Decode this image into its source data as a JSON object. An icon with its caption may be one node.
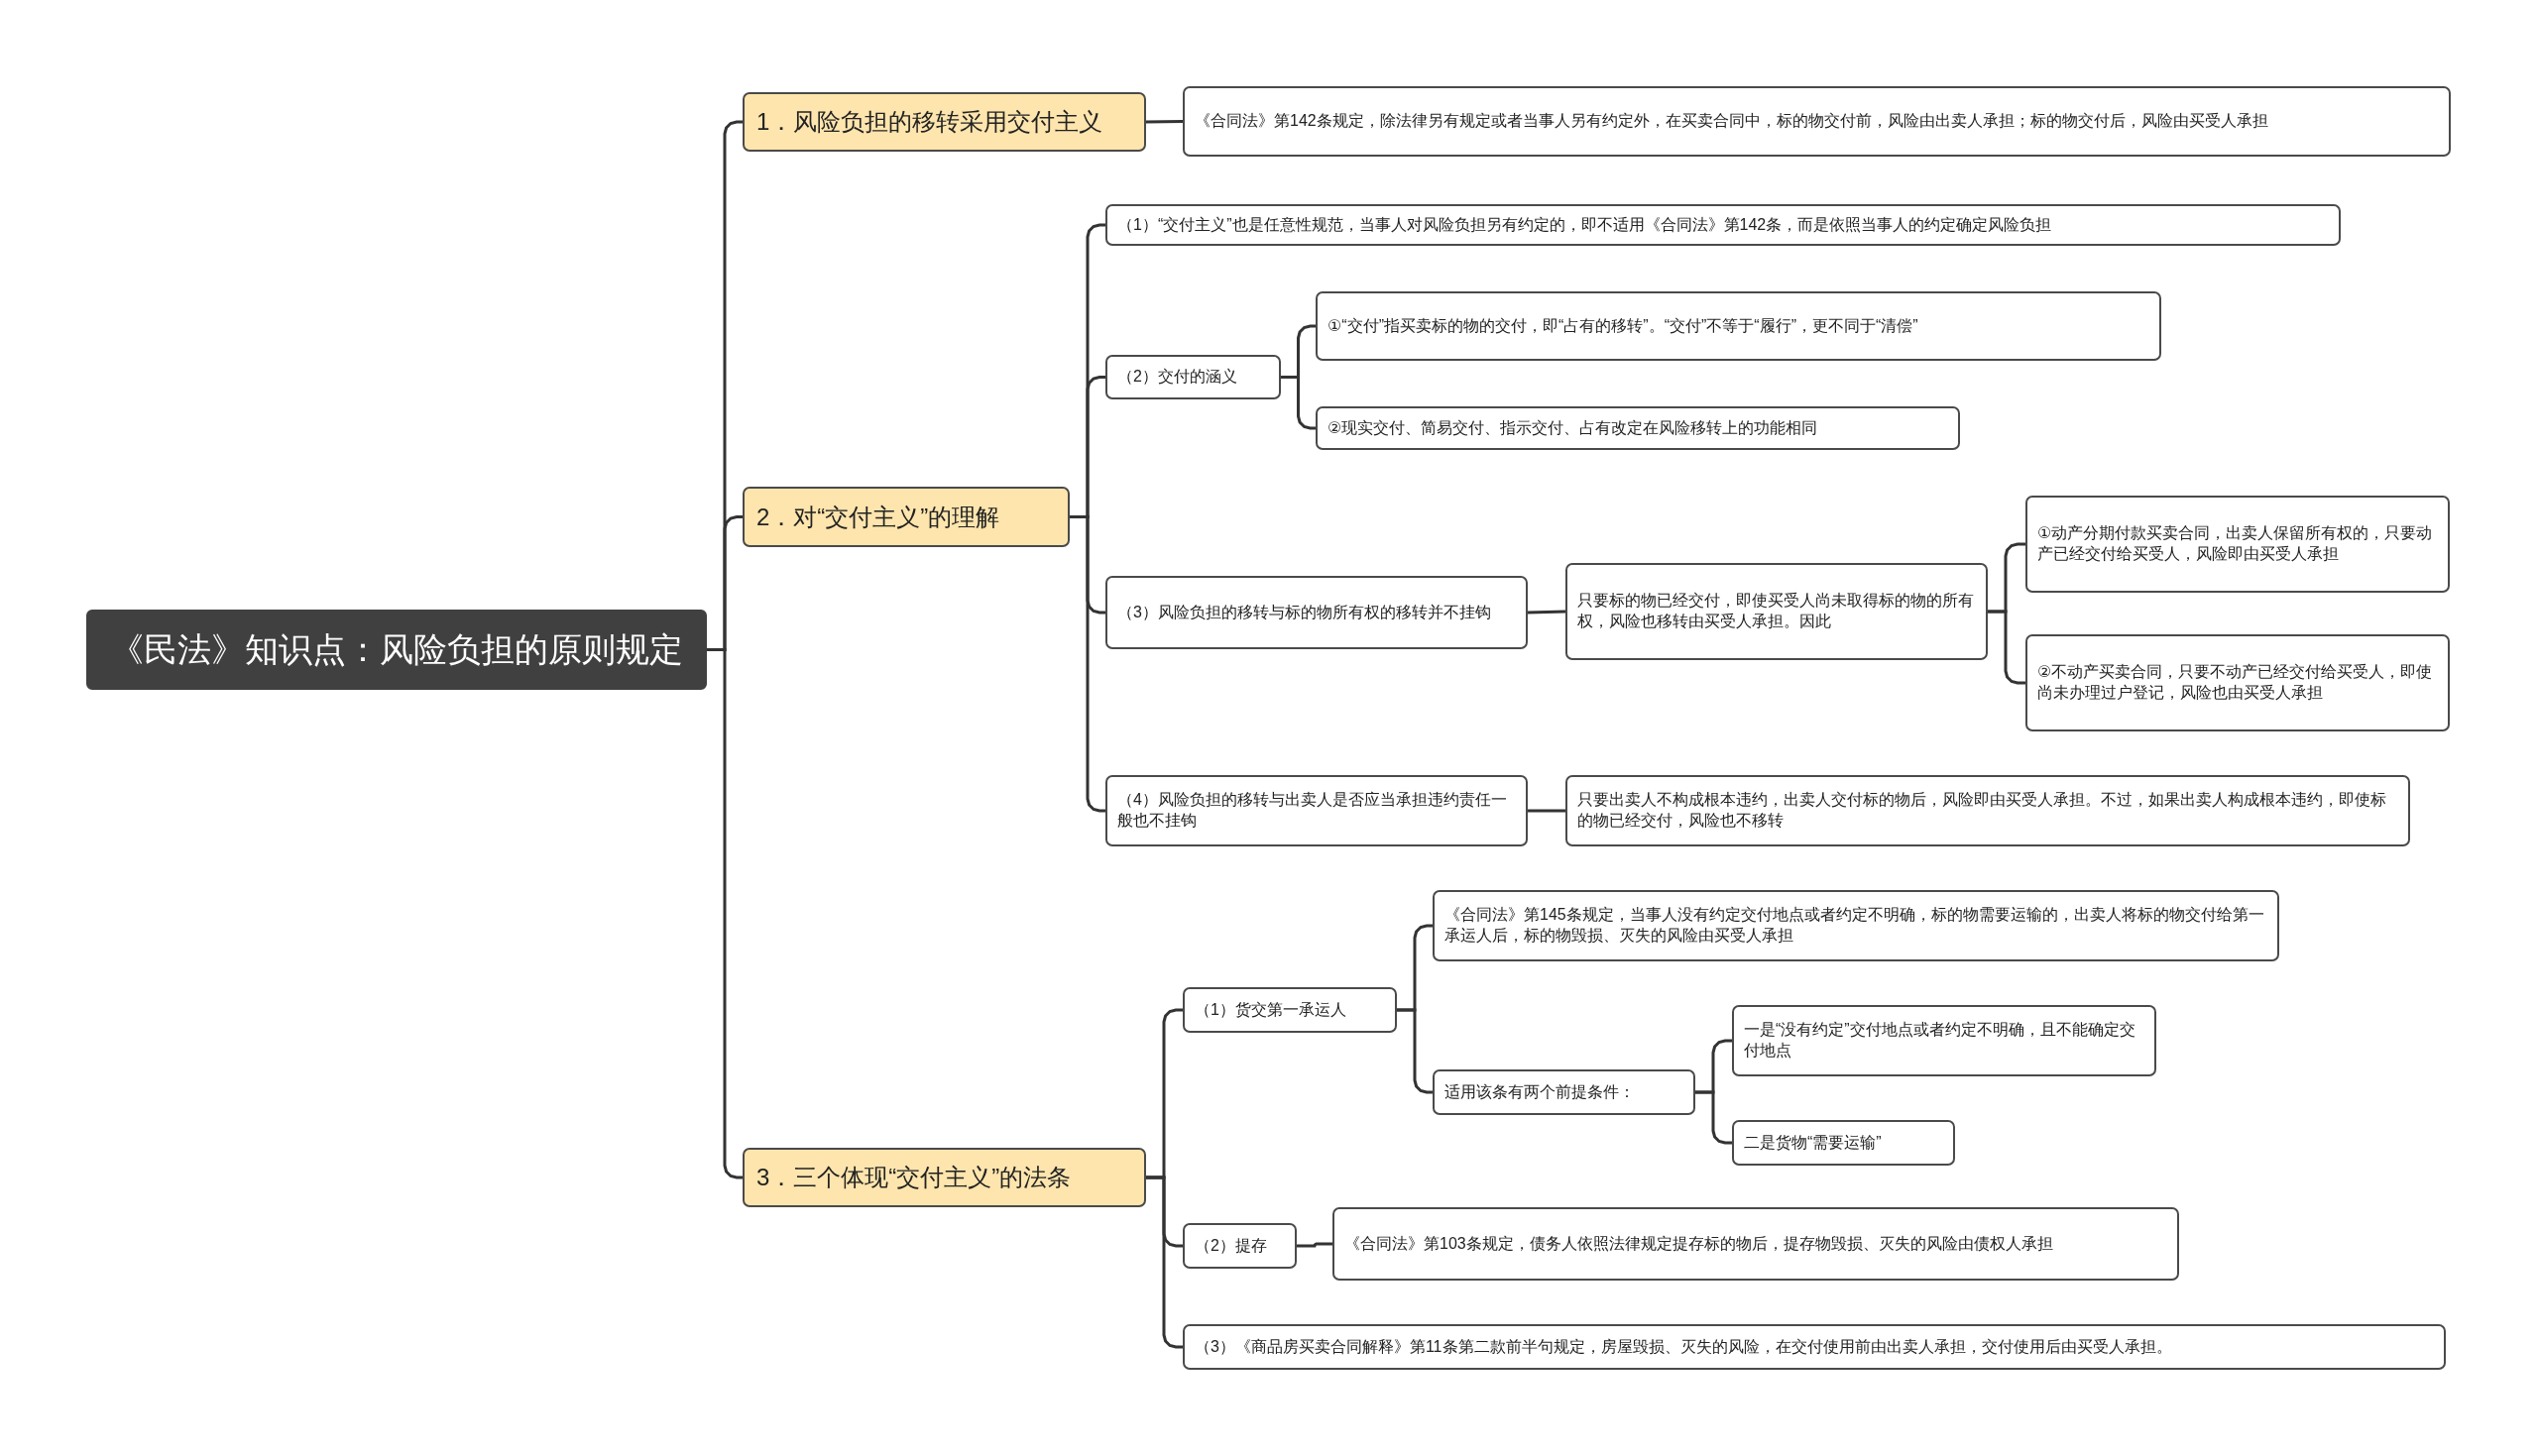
{
  "diagram": {
    "nodes": [
      {
        "text": [
          "《民法》知识点：风险负担的原则规定"
        ]
      },
      {
        "text": [
          "1．风险负担的移转采用交付主义"
        ]
      },
      {
        "text": [
          "《合同法》第142条规定，除法律另有规定或者当事人另有约定外，在买卖合同中，标的物交付前，风险由出卖人承担；标的物交付后，风险由买受人承担"
        ]
      },
      {
        "text": [
          "2．对“交付主义”的理解"
        ]
      },
      {
        "text": [
          "（1）“交付主义”也是任意性规范，当事人对风险负担另有约定的，即不适用《合同法》第142条，而是依照当事人的约定确定风险负担"
        ]
      },
      {
        "text": [
          "（2）交付的涵义"
        ]
      },
      {
        "text": [
          "①“交付”指买卖标的物的交付，即“占有的移转”。“交付”不等于“履行”，更不同于“清偿”"
        ]
      },
      {
        "text": [
          "②现实交付、简易交付、指示交付、占有改定在风险移转上的功能相同"
        ]
      },
      {
        "text": [
          "（3）风险负担的移转与标的物所有权的移转并不挂钩"
        ]
      },
      {
        "text": [
          "只要标的物已经交付，即使买受人尚未取得标的物的所有权，风险也移转由买受人承担。因此"
        ]
      },
      {
        "text": [
          "①动产分期付款买卖合同，出卖人保留所有权的，只要动产已经交付给买受人，风险即由买受人承担"
        ]
      },
      {
        "text": [
          "②不动产买卖合同，只要不动产已经交付给买受人，即使尚未办理过户登记，风险也由买受人承担"
        ]
      },
      {
        "text": [
          "（4）风险负担的移转与出卖人是否应当承担违约责任一般也不挂钩"
        ]
      },
      {
        "text": [
          "只要出卖人不构成根本违约，出卖人交付标的物后，风险即由买受人承担。不过，如果出卖人构成根本违约，即使标的物已经交付，风险也不移转"
        ]
      },
      {
        "text": [
          "3．三个体现“交付主义”的法条"
        ]
      },
      {
        "text": [
          "（1）货交第一承运人"
        ]
      },
      {
        "text": [
          "《合同法》第145条规定，当事人没有约定交付地点或者约定不明确，标的物需要运输的，出卖人将标的物交付给第一承运人后，标的物毁损、灭失的风险由买受人承担"
        ]
      },
      {
        "text": [
          "适用该条有两个前提条件："
        ]
      },
      {
        "text": [
          "一是“没有约定”交付地点或者约定不明确，且不能确定交付地点"
        ]
      },
      {
        "text": [
          "二是货物“需要运输”"
        ]
      },
      {
        "text": [
          "（2）提存"
        ]
      },
      {
        "text": [
          "《合同法》第103条规定，债务人依照法律规定提存标的物后，提存物毁损、灭失的风险由债权人承担"
        ]
      },
      {
        "text": [
          "（3）《商品房买卖合同解释》第11条第二款前半句规定，房屋毁损、灭失的风险，在交付使用前由出卖人承担，交付使用后由买受人承担。"
        ]
      }
    ],
    "edges": [
      {
        "from": 0,
        "to": 1,
        "arrow": "none"
      },
      {
        "from": 0,
        "to": 3,
        "arrow": "none"
      },
      {
        "from": 0,
        "to": 14,
        "arrow": "none"
      },
      {
        "from": 1,
        "to": 2,
        "arrow": "none"
      },
      {
        "from": 3,
        "to": 4,
        "arrow": "none"
      },
      {
        "from": 3,
        "to": 5,
        "arrow": "none"
      },
      {
        "from": 3,
        "to": 8,
        "arrow": "none"
      },
      {
        "from": 3,
        "to": 12,
        "arrow": "none"
      },
      {
        "from": 5,
        "to": 6,
        "arrow": "none"
      },
      {
        "from": 5,
        "to": 7,
        "arrow": "none"
      },
      {
        "from": 8,
        "to": 9,
        "arrow": "none"
      },
      {
        "from": 9,
        "to": 10,
        "arrow": "none"
      },
      {
        "from": 9,
        "to": 11,
        "arrow": "none"
      },
      {
        "from": 12,
        "to": 13,
        "arrow": "none"
      },
      {
        "from": 14,
        "to": 15,
        "arrow": "none"
      },
      {
        "from": 14,
        "to": 20,
        "arrow": "none"
      },
      {
        "from": 14,
        "to": 22,
        "arrow": "none"
      },
      {
        "from": 15,
        "to": 16,
        "arrow": "none"
      },
      {
        "from": 15,
        "to": 17,
        "arrow": "none"
      },
      {
        "from": 17,
        "to": 18,
        "arrow": "none"
      },
      {
        "from": 17,
        "to": 19,
        "arrow": "none"
      },
      {
        "from": 20,
        "to": 21,
        "arrow": "none"
      }
    ]
  }
}
